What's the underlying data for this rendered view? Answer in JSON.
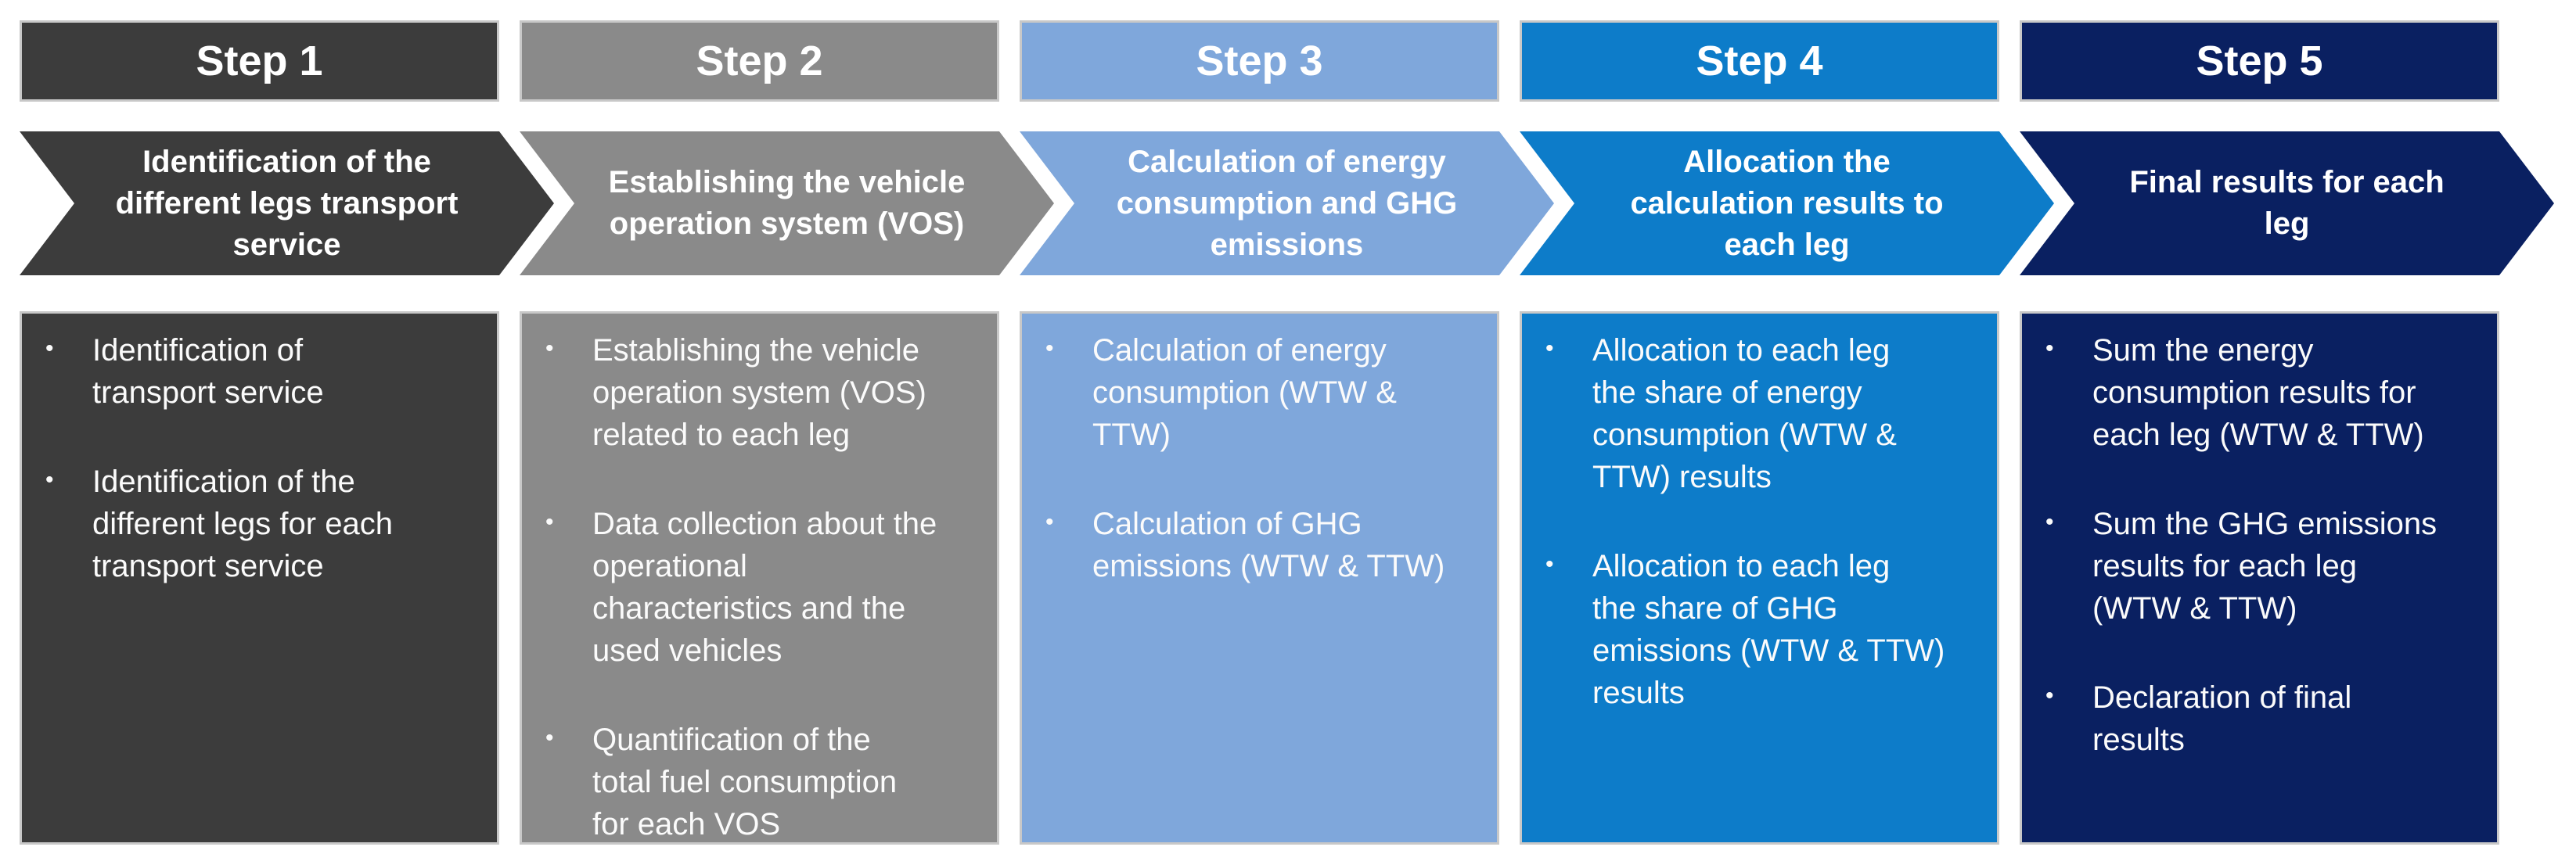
{
  "diagram": {
    "background_color": "#FFFFFF",
    "box_border_color": "#C8C8C8",
    "text_color": "#FFFFFF",
    "steps": [
      {
        "label": "Step 1",
        "arrow_title": "Identification of the\ndifferent legs transport\nservice",
        "bullets": [
          "Identification of\ntransport service",
          "Identification of the\ndifferent legs for each\ntransport service"
        ],
        "color": "#3C3C3C"
      },
      {
        "label": "Step 2",
        "arrow_title": "Establishing the vehicle\noperation system (VOS)",
        "bullets": [
          "Establishing the vehicle\noperation system (VOS)\nrelated to each leg",
          "Data collection about the\noperational\ncharacteristics and the\nused vehicles",
          "Quantification of the\ntotal fuel consumption\nfor each VOS"
        ],
        "color": "#8A8A8A"
      },
      {
        "label": "Step 3",
        "arrow_title": "Calculation of energy\nconsumption and GHG\nemissions",
        "bullets": [
          "Calculation of energy\nconsumption (WTW &\nTTW)",
          "Calculation of GHG\nemissions (WTW & TTW)"
        ],
        "color": "#7FA7DB"
      },
      {
        "label": "Step 4",
        "arrow_title": "Allocation the\ncalculation results to\neach leg",
        "bullets": [
          "Allocation to each leg\nthe share of energy\nconsumption (WTW &\nTTW) results",
          "Allocation to each leg\nthe share of GHG\nemissions (WTW & TTW)\nresults"
        ],
        "color": "#0D7CC9"
      },
      {
        "label": "Step 5",
        "arrow_title": "Final results for each\nleg",
        "bullets": [
          "Sum the energy\nconsumption results for\neach leg (WTW & TTW)",
          "Sum the GHG emissions\nresults for each leg\n(WTW & TTW)",
          "Declaration of final\nresults"
        ],
        "color": "#0A2061"
      }
    ]
  }
}
